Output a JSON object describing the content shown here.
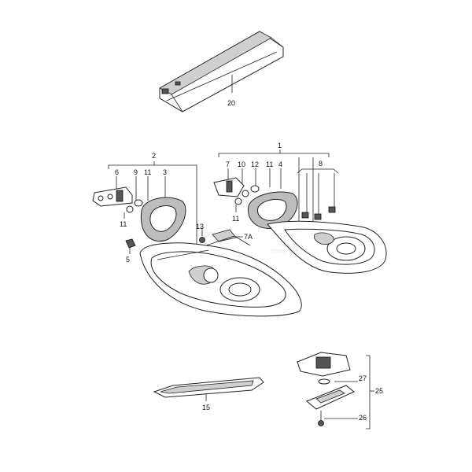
{
  "watermark": {
    "text": "parts",
    "sub": "com"
  },
  "labels": {
    "l1": "1",
    "l2": "2",
    "l3": "3",
    "l4": "4",
    "l5": "5",
    "l6": "6",
    "l7": "7",
    "l7a": "7A",
    "l8": "8",
    "l9": "9",
    "l10": "10",
    "l11a": "11",
    "l11b": "11",
    "l11c": "11",
    "l11d": "11",
    "l12": "12",
    "l13": "13",
    "l15": "15",
    "l20": "20",
    "l25": "25",
    "l26": "26",
    "l27": "27"
  }
}
